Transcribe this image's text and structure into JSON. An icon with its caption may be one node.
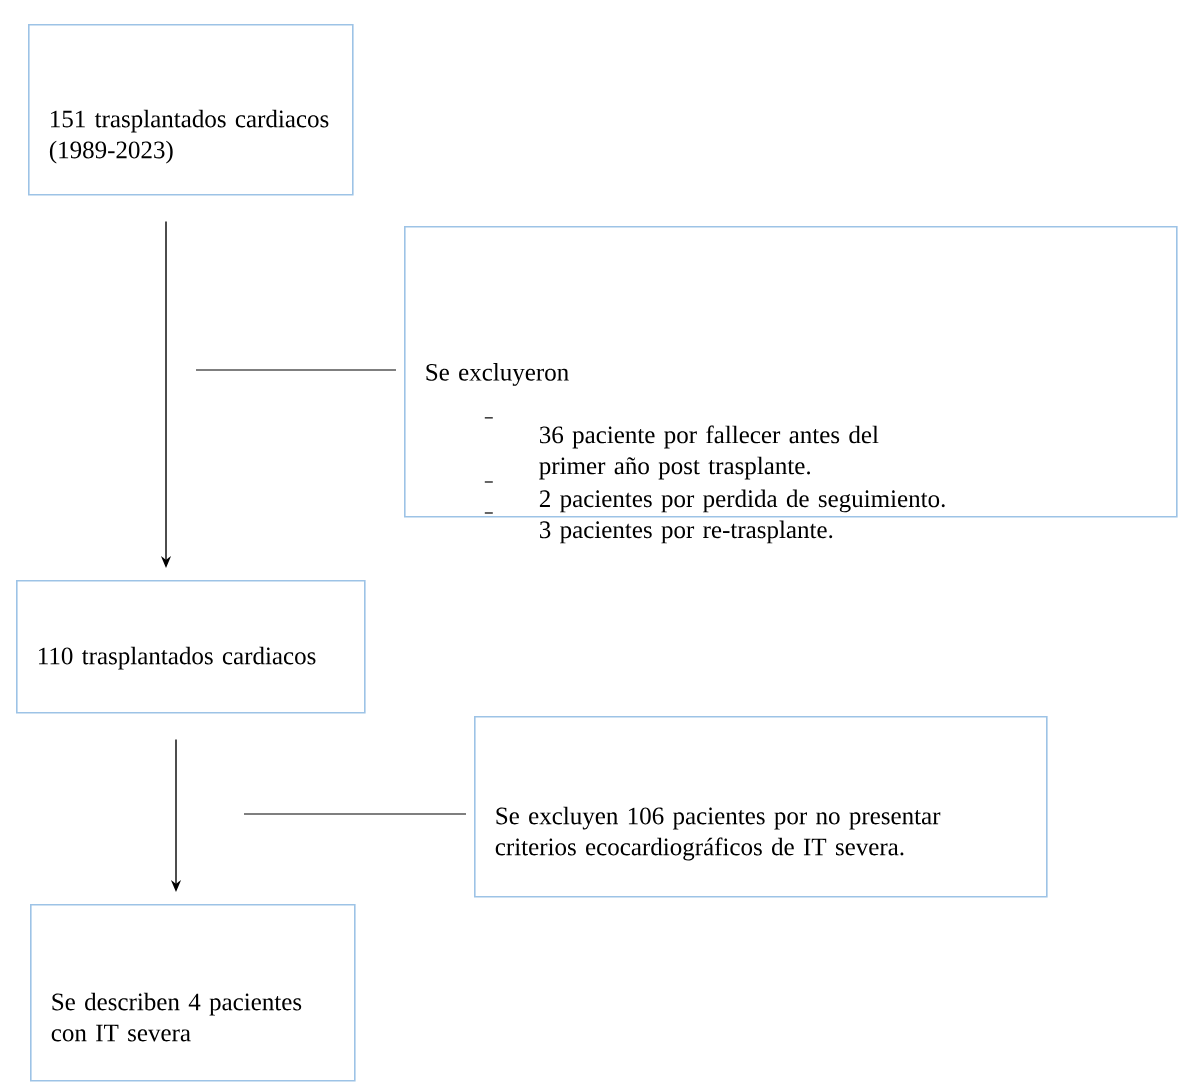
{
  "diagram": {
    "nodes": [
      {
        "text": [
          "151 trasplantados cardiacos (1989-2023)"
        ]
      },
      {
        "text": [
          "Se excluyeron",
          "36 paciente por fallecer antes del primer año post trasplante.",
          "2 pacientes por perdida de seguimiento.",
          "3 pacientes por re-trasplante."
        ]
      },
      {
        "text": [
          "110 trasplantados cardiacos"
        ]
      },
      {
        "text": [
          "Se excluyen 106 pacientes por no presentar criterios ecocardiográficos de IT severa."
        ]
      },
      {
        "text": [
          "Se describen 4 pacientes con IT severa"
        ]
      }
    ],
    "edges": [
      {
        "from": 0,
        "to": 2,
        "arrow": "to"
      },
      {
        "from": null,
        "to": 1,
        "arrow": "none"
      },
      {
        "from": 2,
        "to": 4,
        "arrow": "to"
      },
      {
        "from": null,
        "to": 3,
        "arrow": "none"
      }
    ]
  }
}
